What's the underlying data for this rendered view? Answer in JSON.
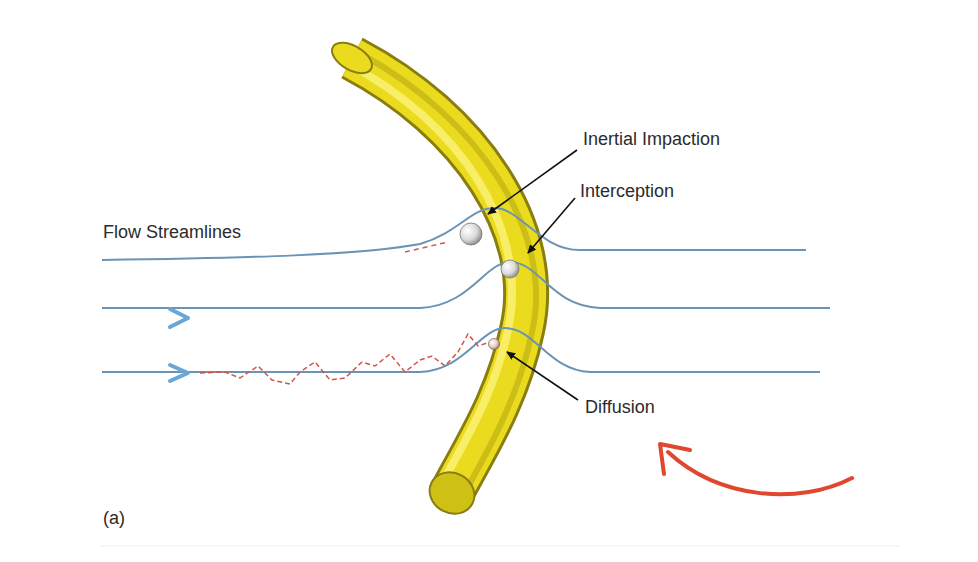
{
  "diagram": {
    "labels": [
      "Inertial Impaction",
      "Interception",
      "Flow Streamlines",
      "Diffusion",
      "(a)"
    ]
  }
}
